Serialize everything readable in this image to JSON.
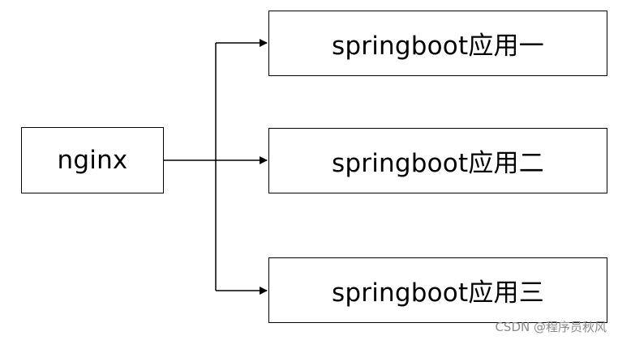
{
  "nodes": {
    "nginx": "nginx",
    "app1": "springboot应用一",
    "app2": "springboot应用二",
    "app3": "springboot应用三"
  },
  "watermark": "CSDN @程序员秋风"
}
